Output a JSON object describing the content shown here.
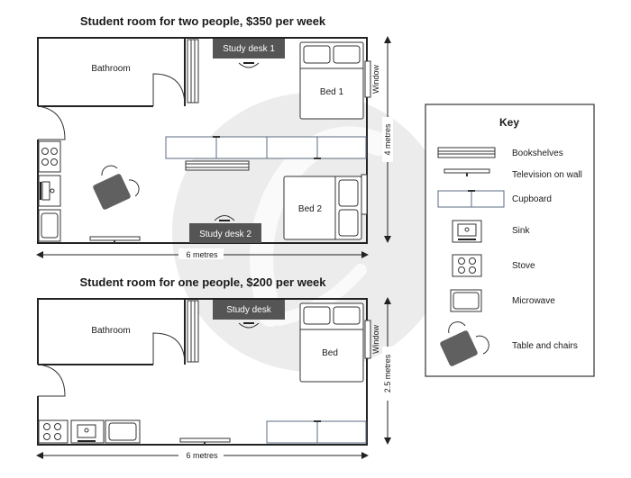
{
  "plan1": {
    "title": "Student room for two people, $350 per week",
    "bathroom": "Bathroom",
    "study_desk_1": "Study desk 1",
    "study_desk_2": "Study desk 2",
    "bed_1": "Bed 1",
    "bed_2": "Bed 2",
    "window": "Window",
    "height_dim": "4 metres",
    "width_dim": "6 metres"
  },
  "plan2": {
    "title": "Student room for one people, $200 per week",
    "bathroom": "Bathroom",
    "study_desk": "Study desk",
    "bed": "Bed",
    "window": "Window",
    "height_dim": "2.5 metres",
    "width_dim": "6 metres"
  },
  "key": {
    "title": "Key",
    "items": [
      {
        "icon": "bookshelves-icon",
        "label": "Bookshelves"
      },
      {
        "icon": "television-icon",
        "label": "Television on wall"
      },
      {
        "icon": "cupboard-icon",
        "label": "Cupboard"
      },
      {
        "icon": "sink-icon",
        "label": "Sink"
      },
      {
        "icon": "stove-icon",
        "label": "Stove"
      },
      {
        "icon": "microwave-icon",
        "label": "Microwave"
      },
      {
        "icon": "table-chairs-icon",
        "label": "Table and chairs"
      }
    ]
  },
  "colors": {
    "desk": "#555555",
    "table": "#606060",
    "wall": "#222222",
    "cupboard_stroke": "#5b6b80",
    "watermark": "#e8e8e8"
  }
}
